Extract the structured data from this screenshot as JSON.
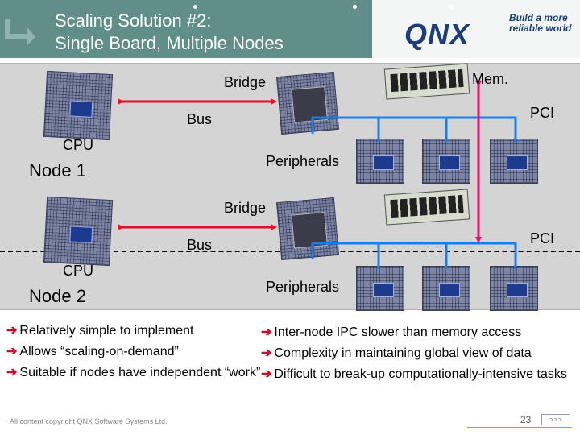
{
  "header": {
    "title_line1": "Scaling Solution #2:",
    "title_line2": "Single Board, Multiple Nodes",
    "logo_text": "QNX",
    "tagline": "Build a more reliable world"
  },
  "diagram": {
    "node1": {
      "bridge": "Bridge",
      "mem": "Mem.",
      "bus": "Bus",
      "pci": "PCI",
      "cpu": "CPU",
      "peripherals": "Peripherals",
      "node": "Node 1"
    },
    "node2": {
      "bridge": "Bridge",
      "bus": "Bus",
      "pci": "PCI",
      "cpu": "CPU",
      "peripherals": "Peripherals",
      "node": "Node 2"
    }
  },
  "bullets": {
    "left": [
      "Relatively simple to implement",
      "Allows “scaling-on-demand”",
      "Suitable if nodes have independent “work”"
    ],
    "right": [
      "Inter-node IPC slower than memory access",
      "Complexity in maintaining global view of data",
      "Difficult to break-up computationally-intensive tasks"
    ]
  },
  "footer": {
    "copyright": "All content copyright QNX Software Systems Ltd.",
    "page": "23",
    "next_label": ">>>"
  },
  "colors": {
    "header_band": "#5f8f88",
    "bus_red": "#e0102a",
    "pci_magenta": "#e0166e",
    "pci_blue": "#1a7ee8",
    "arrow_red": "#c8102e"
  }
}
